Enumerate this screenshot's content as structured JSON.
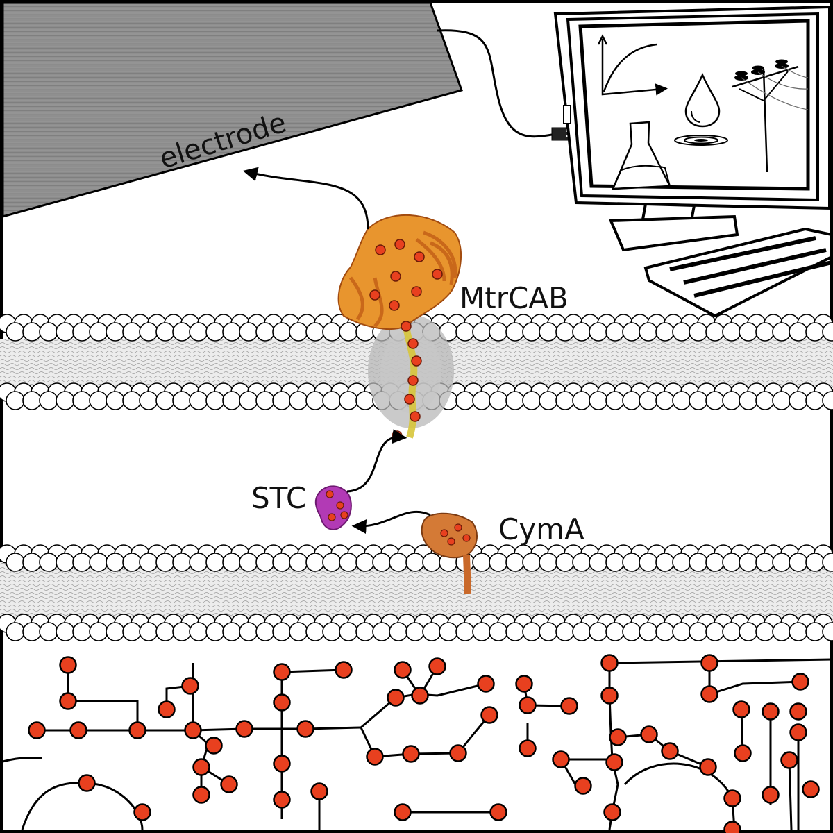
{
  "labels": {
    "electrode": "electrode",
    "mtrcab": "MtrCAB",
    "stc": "STC",
    "cyma": "CymA"
  },
  "colors": {
    "heme": "#e8401f",
    "outline": "#000000",
    "electrode_fill": "#8f8f8f",
    "mtrcab_ribbon": "#e07b1e",
    "mtrb_barrel": "#b8b8b8",
    "mtra_ribbon": "#d7c53a",
    "stc_ribbon": "#b23ab5",
    "cyma_ribbon": "#c9692a",
    "membrane_core": "#c9c9c9"
  },
  "icons": [
    "monitor-icon",
    "keyboard-icon",
    "graph-icon",
    "drop-icon",
    "flask-icon",
    "power-line-icon",
    "usb-plug-icon"
  ]
}
